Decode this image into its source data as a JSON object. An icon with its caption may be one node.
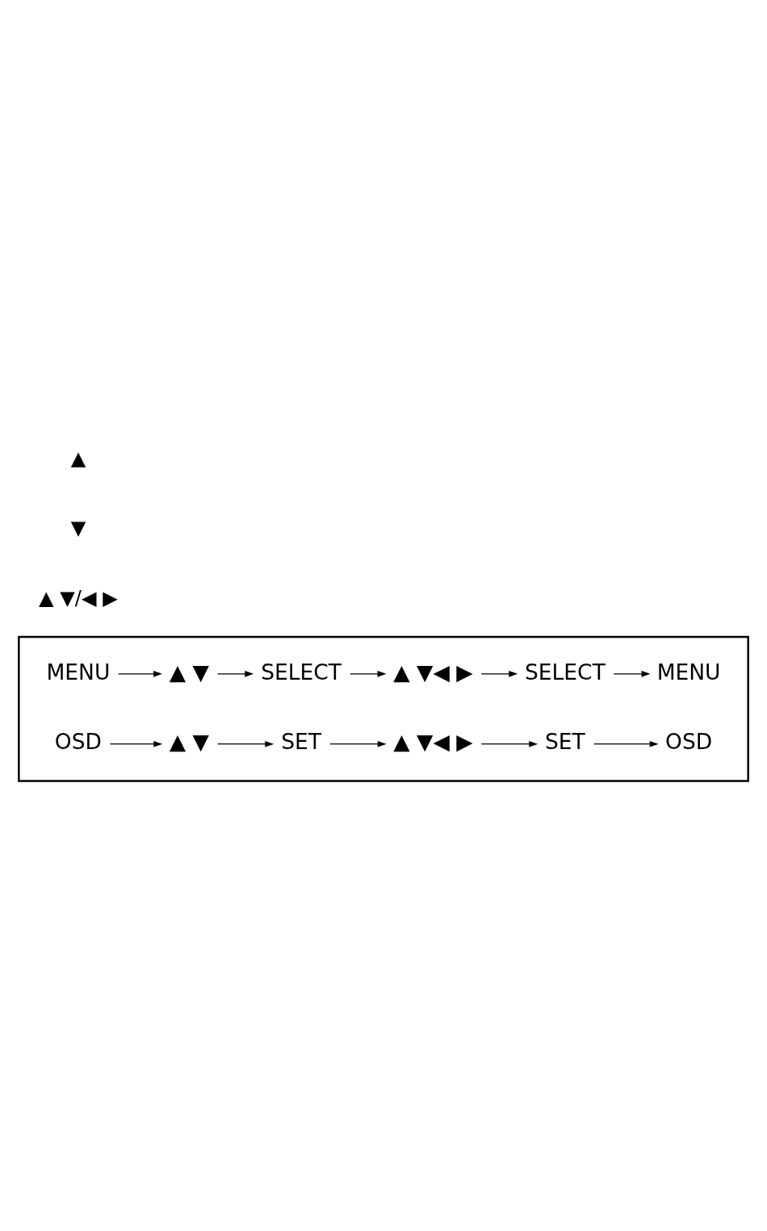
{
  "diagram": {
    "nodes": [
      {
        "text": [],
        "shape": "box"
      },
      {
        "text": [
          "MENU"
        ],
        "in": 0
      },
      {
        "text": [
          "▲ ▼"
        ],
        "in": 0
      },
      {
        "text": [
          "SELECT"
        ],
        "in": 0
      },
      {
        "text": [
          "▲ ▼◀ ▶"
        ],
        "in": 0
      },
      {
        "text": [
          "SELECT"
        ],
        "in": 0
      },
      {
        "text": [
          "MENU"
        ],
        "in": 0
      },
      {
        "text": [
          "OSD"
        ],
        "in": 0
      },
      {
        "text": [
          "▲ ▼"
        ],
        "in": 0
      },
      {
        "text": [
          "SET"
        ],
        "in": 0
      },
      {
        "text": [
          "▲ ▼◀ ▶"
        ],
        "in": 0
      },
      {
        "text": [
          "SET"
        ],
        "in": 0
      },
      {
        "text": [
          "OSD"
        ],
        "in": 0
      }
    ],
    "edges": [
      {
        "from": 1,
        "to": 2,
        "arrow": "to"
      },
      {
        "from": 2,
        "to": 3,
        "arrow": "to"
      },
      {
        "from": 3,
        "to": 4,
        "arrow": "to"
      },
      {
        "from": 4,
        "to": 5,
        "arrow": "to"
      },
      {
        "from": 5,
        "to": 6,
        "arrow": "to"
      },
      {
        "from": 7,
        "to": 8,
        "arrow": "to"
      },
      {
        "from": 8,
        "to": 9,
        "arrow": "to"
      },
      {
        "from": 9,
        "to": 10,
        "arrow": "to"
      },
      {
        "from": 10,
        "to": 11,
        "arrow": "to"
      },
      {
        "from": 11,
        "to": 12,
        "arrow": "to"
      }
    ],
    "labels": [
      "▲",
      "▼",
      "▲ ▼/◀ ▶"
    ]
  }
}
